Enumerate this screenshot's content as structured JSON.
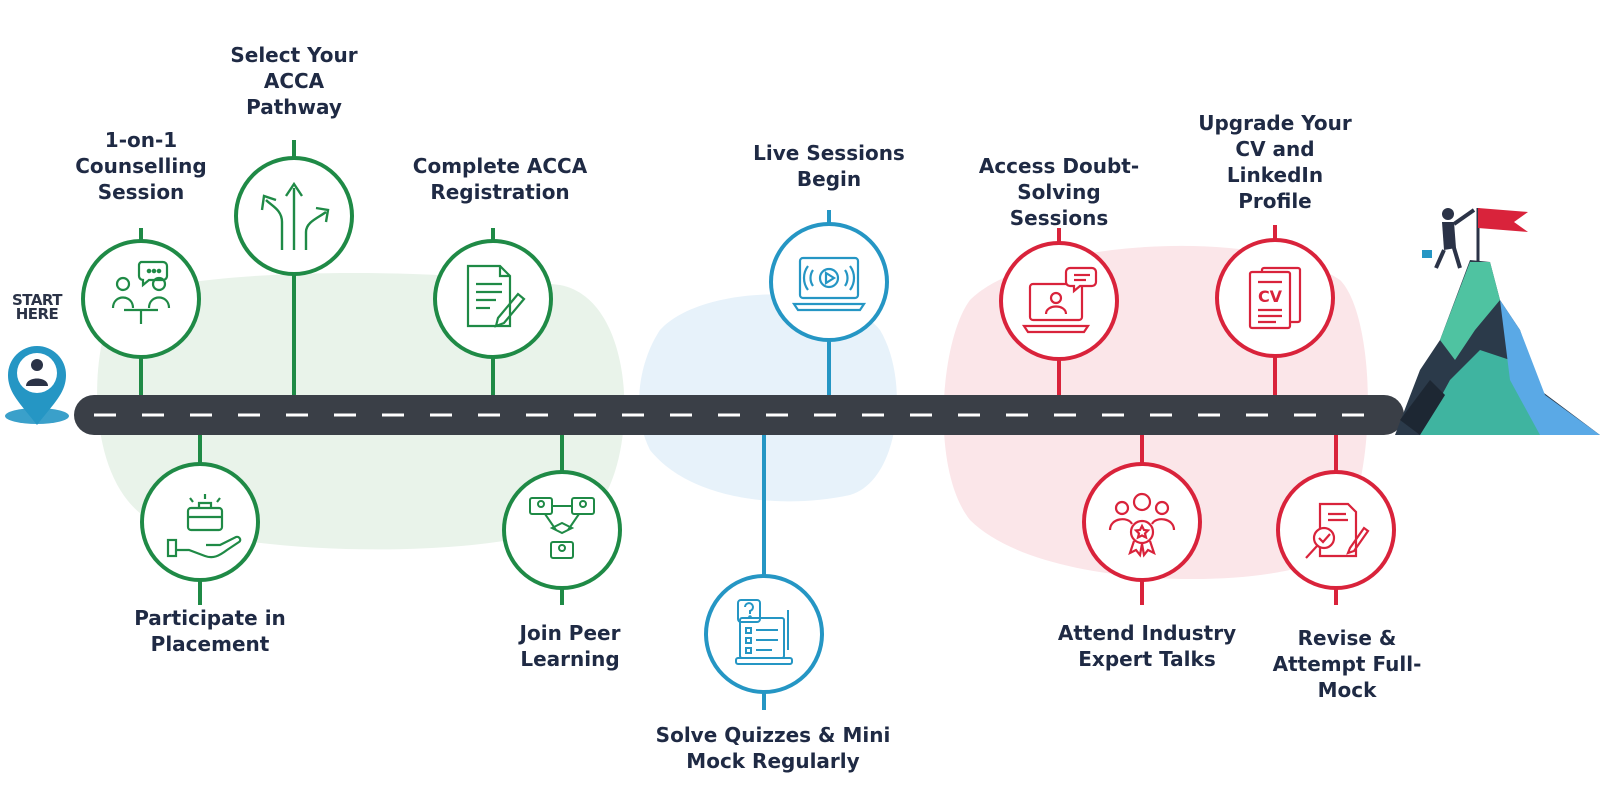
{
  "start_label": "START\nHERE",
  "palette": {
    "green": "#1f8a46",
    "blue": "#2596c4",
    "red": "#d9233b",
    "road": "#3a3f47",
    "text": "#1f2a44"
  },
  "steps": [
    {
      "label": "1-on-1\nCounselling\nSession",
      "color": "green",
      "icon": "counselling-icon"
    },
    {
      "label": "Participate in\nPlacement",
      "color": "green",
      "icon": "briefcase-hand-icon"
    },
    {
      "label": "Select Your\nACCA\nPathway",
      "color": "green",
      "icon": "arrows-pathway-icon"
    },
    {
      "label": "Complete ACCA\nRegistration",
      "color": "green",
      "icon": "document-pen-icon"
    },
    {
      "label": "Join Peer\nLearning",
      "color": "green",
      "icon": "peer-network-icon"
    },
    {
      "label": "Solve Quizzes & Mini\nMock Regularly",
      "color": "blue",
      "icon": "quiz-checklist-icon"
    },
    {
      "label": "Live Sessions\nBegin",
      "color": "blue",
      "icon": "laptop-play-icon"
    },
    {
      "label": "Access Doubt-\nSolving\nSessions",
      "color": "red",
      "icon": "laptop-chat-icon"
    },
    {
      "label": "Attend Industry\nExpert Talks",
      "color": "red",
      "icon": "expert-group-icon"
    },
    {
      "label": "Upgrade Your\nCV and\nLinkedIn\nProfile",
      "color": "red",
      "icon": "cv-document-icon"
    },
    {
      "label": "Revise &\nAttempt Full-\nMock",
      "color": "red",
      "icon": "search-document-icon"
    }
  ]
}
